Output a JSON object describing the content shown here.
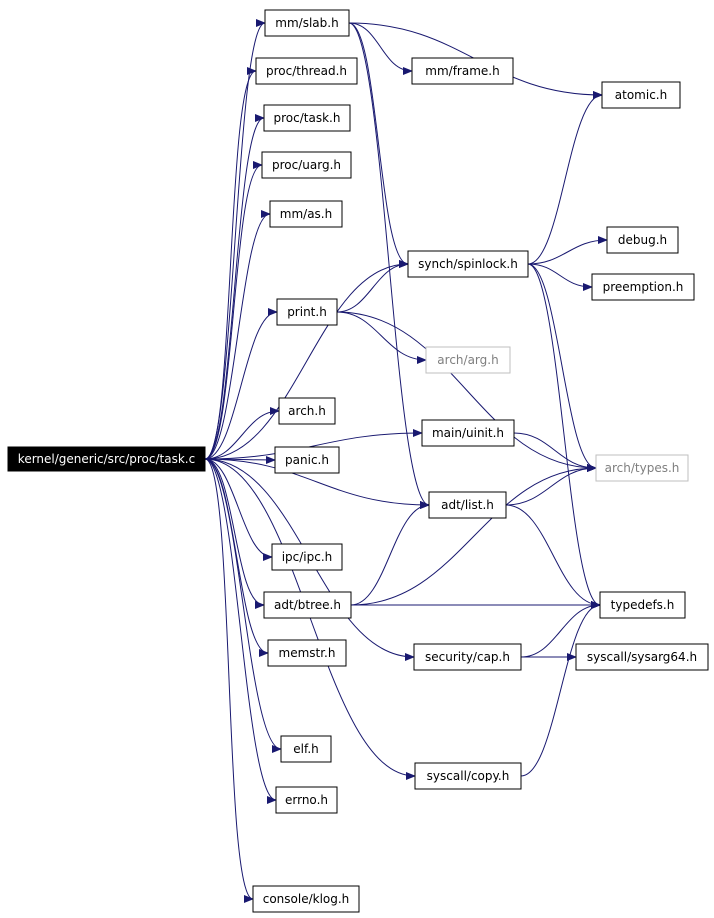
{
  "diagram": {
    "colors": {
      "edge": "#191970",
      "node_border": "#000000",
      "muted_border": "#bfbfbf",
      "muted_text": "#7f7f7f",
      "root_fill": "#000000",
      "root_text": "#ffffff"
    },
    "nodes": [
      {
        "id": "root",
        "label": "kernel/generic/src/proc/task.c",
        "style": "root"
      },
      {
        "id": "slab",
        "label": "mm/slab.h"
      },
      {
        "id": "thread",
        "label": "proc/thread.h"
      },
      {
        "id": "task",
        "label": "proc/task.h"
      },
      {
        "id": "uarg",
        "label": "proc/uarg.h"
      },
      {
        "id": "as",
        "label": "mm/as.h"
      },
      {
        "id": "print",
        "label": "print.h"
      },
      {
        "id": "arch",
        "label": "arch.h"
      },
      {
        "id": "panic",
        "label": "panic.h"
      },
      {
        "id": "ipc",
        "label": "ipc/ipc.h"
      },
      {
        "id": "btree",
        "label": "adt/btree.h"
      },
      {
        "id": "memstr",
        "label": "memstr.h"
      },
      {
        "id": "elf",
        "label": "elf.h"
      },
      {
        "id": "errno",
        "label": "errno.h"
      },
      {
        "id": "klog",
        "label": "console/klog.h"
      },
      {
        "id": "frame",
        "label": "mm/frame.h"
      },
      {
        "id": "spinlock",
        "label": "synch/spinlock.h"
      },
      {
        "id": "argh",
        "label": "arch/arg.h",
        "style": "muted"
      },
      {
        "id": "uinit",
        "label": "main/uinit.h"
      },
      {
        "id": "list",
        "label": "adt/list.h"
      },
      {
        "id": "cap",
        "label": "security/cap.h"
      },
      {
        "id": "copy",
        "label": "syscall/copy.h"
      },
      {
        "id": "atomic",
        "label": "atomic.h"
      },
      {
        "id": "debug",
        "label": "debug.h"
      },
      {
        "id": "preemption",
        "label": "preemption.h"
      },
      {
        "id": "types",
        "label": "arch/types.h",
        "style": "muted"
      },
      {
        "id": "typedefs",
        "label": "typedefs.h"
      },
      {
        "id": "sysarg64",
        "label": "syscall/sysarg64.h"
      }
    ],
    "edges": [
      [
        "root",
        "slab"
      ],
      [
        "root",
        "thread"
      ],
      [
        "root",
        "task"
      ],
      [
        "root",
        "uarg"
      ],
      [
        "root",
        "as"
      ],
      [
        "root",
        "spinlock"
      ],
      [
        "root",
        "print"
      ],
      [
        "root",
        "uinit"
      ],
      [
        "root",
        "arch"
      ],
      [
        "root",
        "panic"
      ],
      [
        "root",
        "list"
      ],
      [
        "root",
        "ipc"
      ],
      [
        "root",
        "btree"
      ],
      [
        "root",
        "memstr"
      ],
      [
        "root",
        "cap"
      ],
      [
        "root",
        "elf"
      ],
      [
        "root",
        "errno"
      ],
      [
        "root",
        "copy"
      ],
      [
        "root",
        "klog"
      ],
      [
        "slab",
        "frame"
      ],
      [
        "slab",
        "atomic"
      ],
      [
        "slab",
        "spinlock"
      ],
      [
        "slab",
        "list"
      ],
      [
        "print",
        "spinlock"
      ],
      [
        "print",
        "argh"
      ],
      [
        "print",
        "types"
      ],
      [
        "spinlock",
        "atomic"
      ],
      [
        "spinlock",
        "debug"
      ],
      [
        "spinlock",
        "preemption"
      ],
      [
        "spinlock",
        "types"
      ],
      [
        "spinlock",
        "typedefs"
      ],
      [
        "uinit",
        "types"
      ],
      [
        "list",
        "types"
      ],
      [
        "list",
        "typedefs"
      ],
      [
        "btree",
        "list"
      ],
      [
        "btree",
        "types"
      ],
      [
        "btree",
        "typedefs"
      ],
      [
        "cap",
        "sysarg64"
      ],
      [
        "cap",
        "typedefs"
      ],
      [
        "copy",
        "typedefs"
      ]
    ]
  }
}
